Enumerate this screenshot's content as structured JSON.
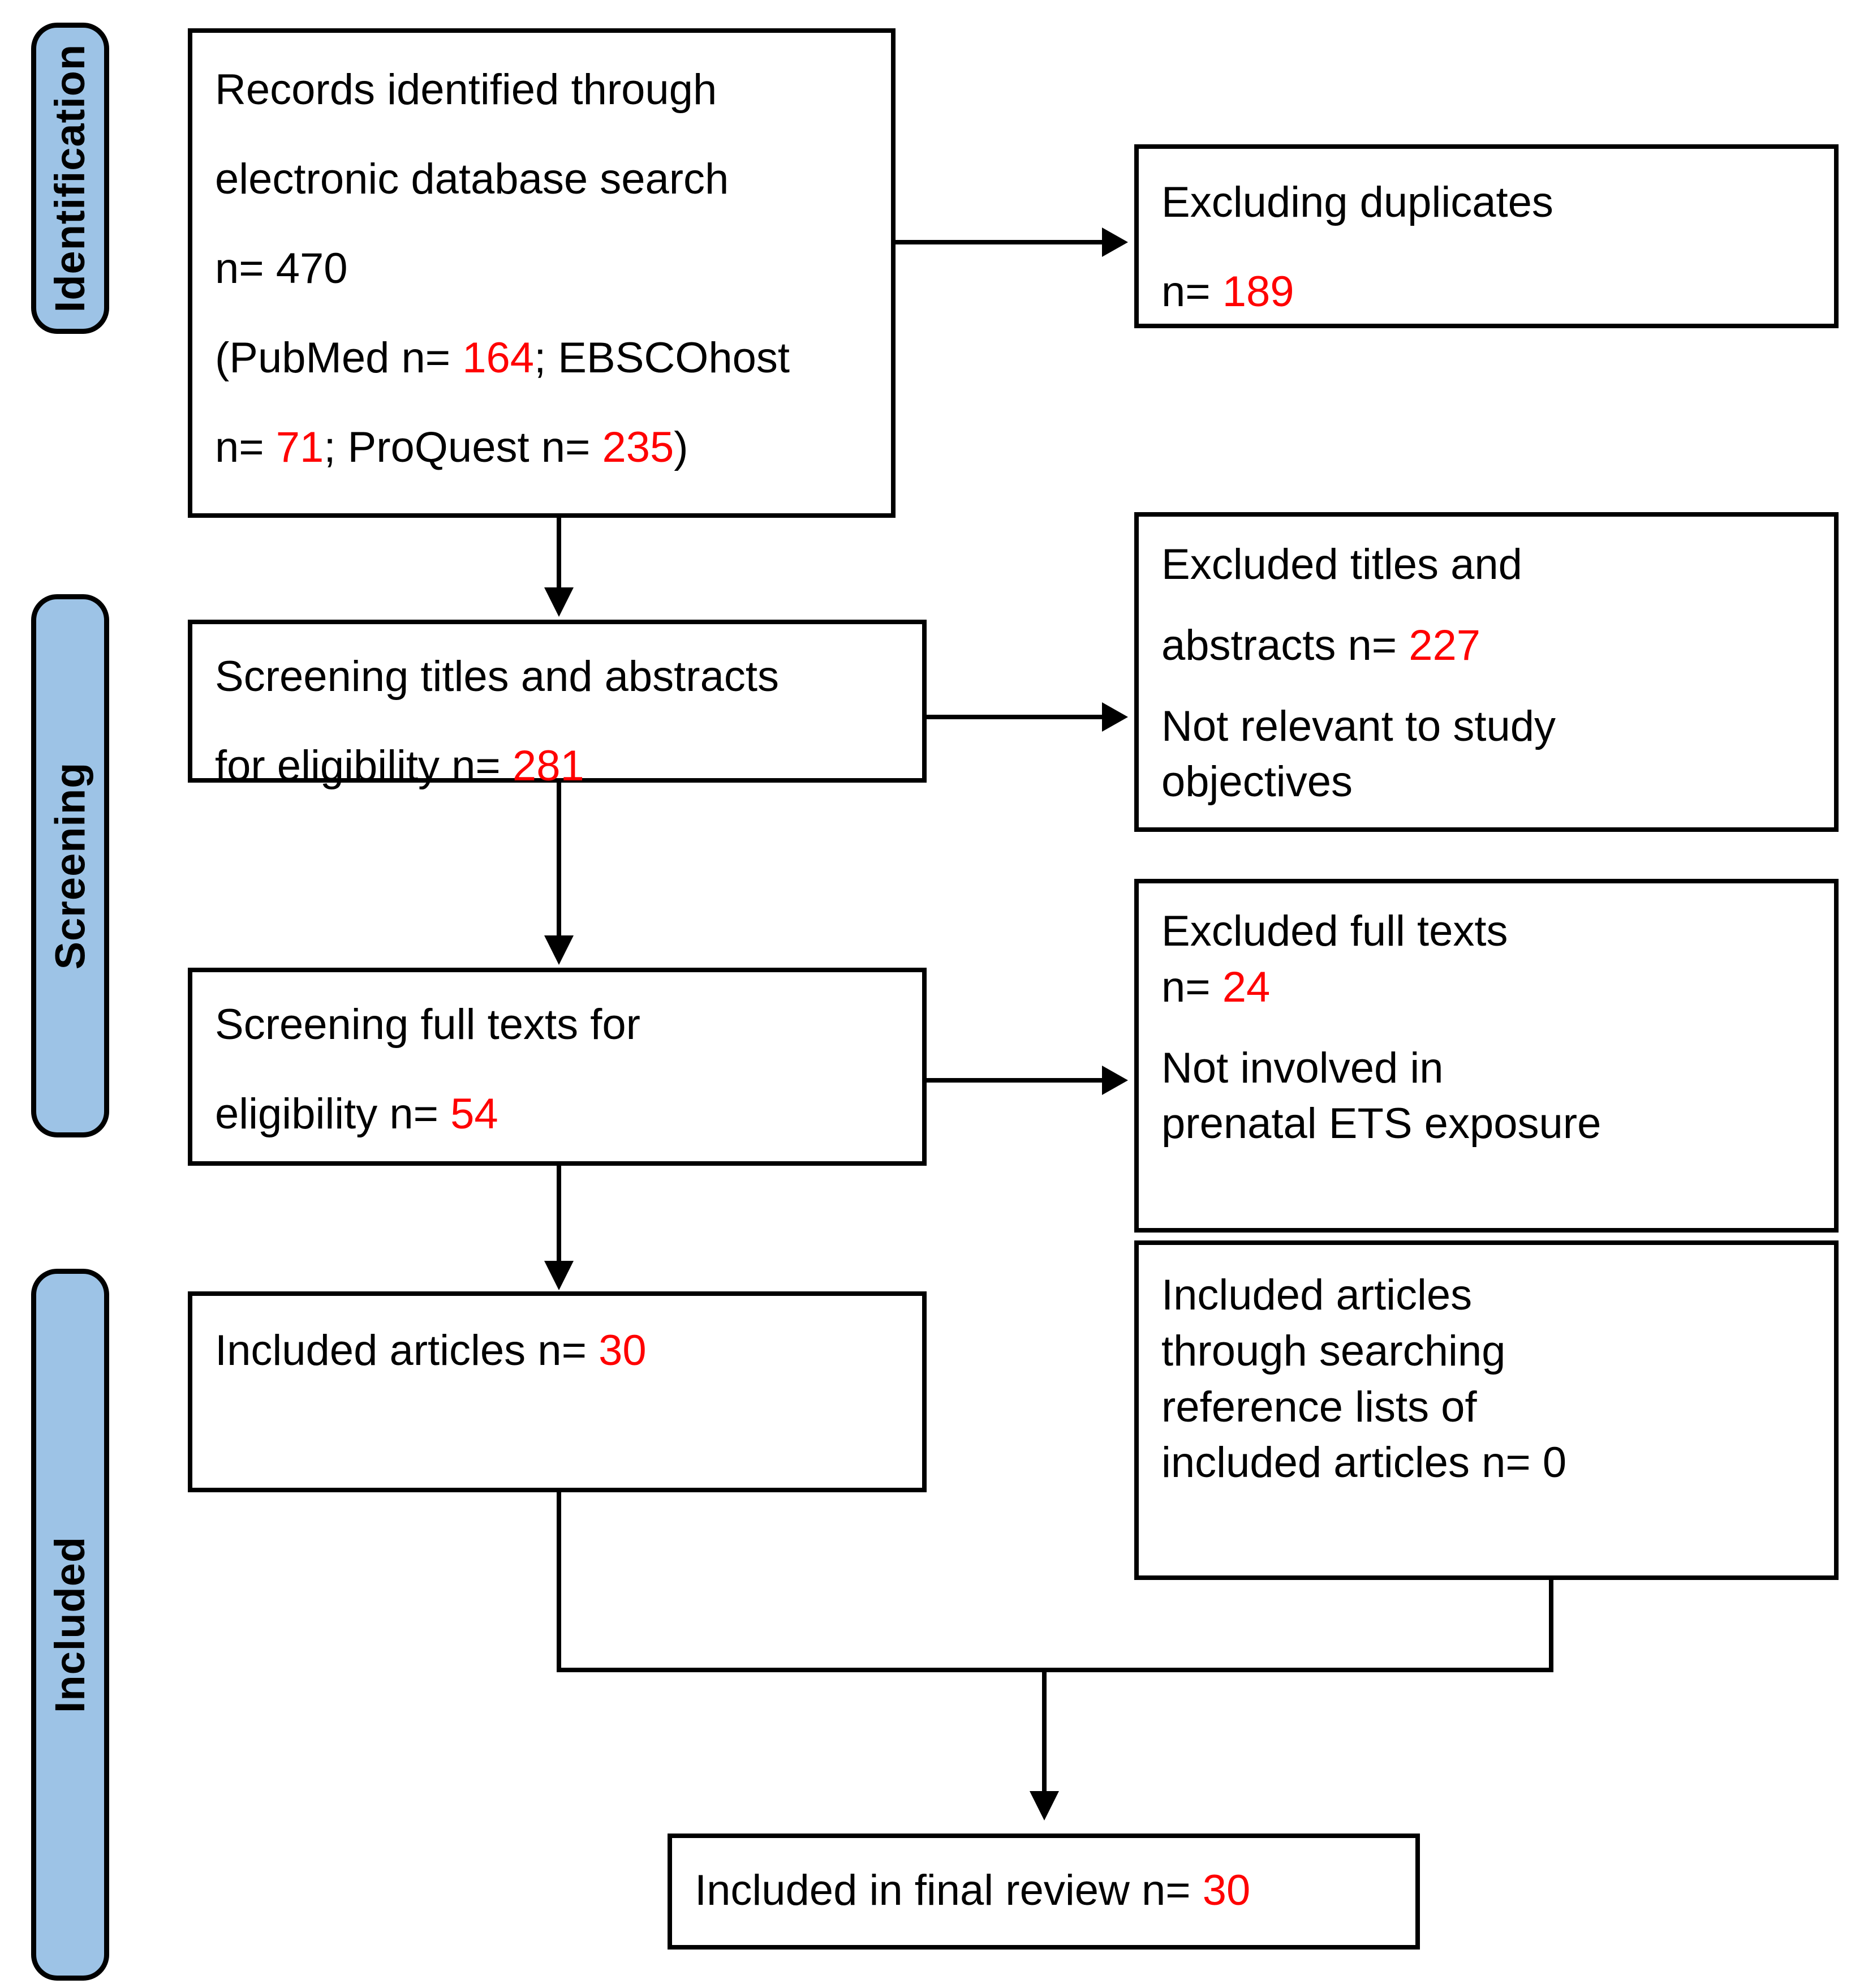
{
  "figure": {
    "type": "prisma-flow-diagram",
    "accent_blue": "#9DC3E6",
    "highlight_red": "#FF0000",
    "line_color": "#000000"
  },
  "phases": [
    {
      "id": "identification",
      "label": "Identification"
    },
    {
      "id": "screening",
      "label": "Screening"
    },
    {
      "id": "included",
      "label": "Included"
    }
  ],
  "boxes": {
    "records_identified": {
      "line1": "Records identified through",
      "line2": "electronic database search",
      "line3_prefix": "n= ",
      "line3_value": "470",
      "line4_a": "(PubMed n= ",
      "line4_v1": "164",
      "line4_b": "; EBSCOhost",
      "line5_a": "n= ",
      "line5_v2": "71",
      "line5_b": "; ProQuest n= ",
      "line5_v3": "235",
      "line5_c": ")"
    },
    "excluding_duplicates": {
      "line1": "Excluding duplicates",
      "line2_prefix": "n= ",
      "line2_value": "189"
    },
    "screening_titles": {
      "line1": "Screening titles and abstracts",
      "line2_prefix": "for eligibility n= ",
      "line2_value": "281"
    },
    "excluded_titles": {
      "line1": "Excluded titles and",
      "line2_prefix": "abstracts n= ",
      "line2_value": "227",
      "line3": "Not relevant to study",
      "line4": "objectives"
    },
    "screening_fulltexts": {
      "line1": "Screening full texts for",
      "line2_prefix": "eligibility n= ",
      "line2_value": "54"
    },
    "excluded_fulltexts": {
      "line1": "Excluded full texts",
      "line2_prefix": "n= ",
      "line2_value": "24",
      "line3": "Not involved in",
      "line4": "prenatal ETS exposure"
    },
    "included_articles": {
      "line1_prefix": "Included articles n= ",
      "line1_value": "30"
    },
    "included_from_references": {
      "line1": "Included articles",
      "line2": "through searching",
      "line3": "reference lists of",
      "line4": "included articles n= 0"
    },
    "final_review": {
      "line1_prefix": "Included in final review n= ",
      "line1_value": "30"
    }
  },
  "chart_data": {
    "type": "flow",
    "title": "PRISMA study selection flow diagram",
    "stages": [
      {
        "phase": "Identification",
        "node": "Records identified through electronic database search",
        "n": 470,
        "breakdown": [
          {
            "source": "PubMed",
            "n": 164
          },
          {
            "source": "EBSCOhost",
            "n": 71
          },
          {
            "source": "ProQuest",
            "n": 235
          }
        ]
      },
      {
        "phase": "Identification",
        "node": "Excluding duplicates",
        "n": 189
      },
      {
        "phase": "Screening",
        "node": "Screening titles and abstracts for eligibility",
        "n": 281
      },
      {
        "phase": "Screening",
        "node": "Excluded titles and abstracts — Not relevant to study objectives",
        "n": 227
      },
      {
        "phase": "Screening",
        "node": "Screening full texts for eligibility",
        "n": 54
      },
      {
        "phase": "Screening",
        "node": "Excluded full texts — Not involved in prenatal ETS exposure",
        "n": 24
      },
      {
        "phase": "Included",
        "node": "Included articles",
        "n": 30
      },
      {
        "phase": "Included",
        "node": "Included articles through searching reference lists of included articles",
        "n": 0
      },
      {
        "phase": "Included",
        "node": "Included in final review",
        "n": 30
      }
    ]
  }
}
